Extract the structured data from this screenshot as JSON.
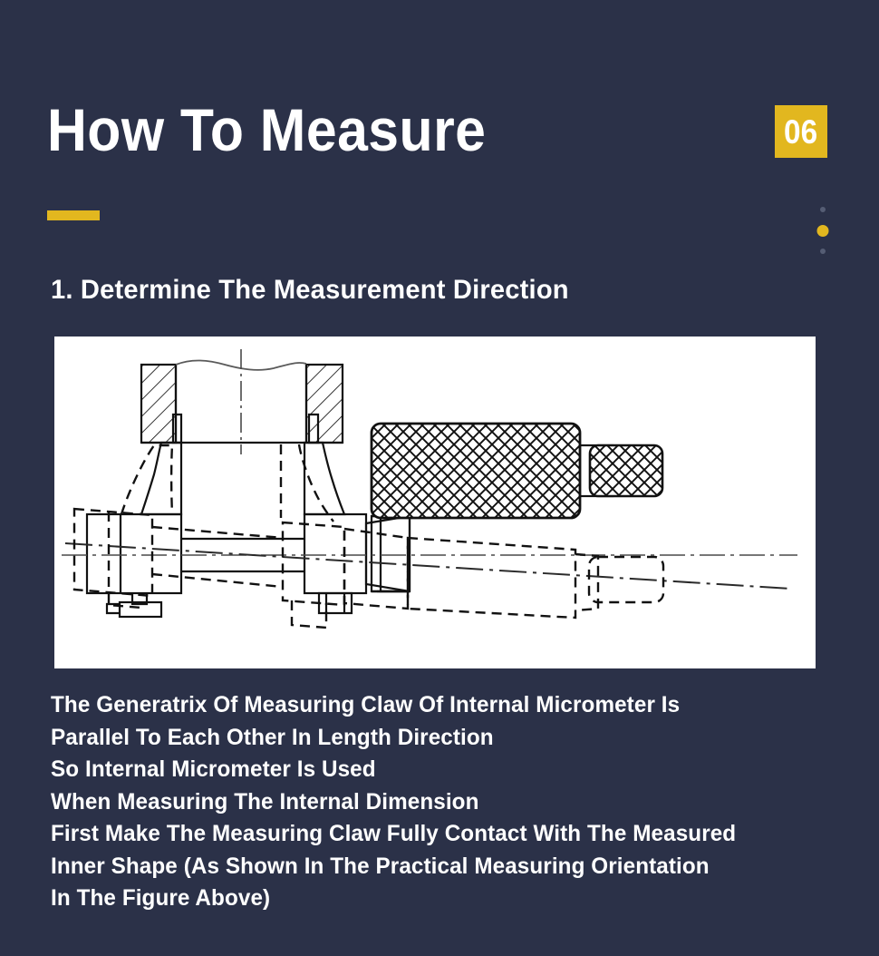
{
  "theme": {
    "background": "#2b3148",
    "accent": "#e2b71f",
    "text": "#ffffff",
    "muted_dot": "#555d74",
    "figure_background": "#ffffff",
    "figure_ink": "#111111"
  },
  "header": {
    "title": "How To Measure",
    "badge_number": "06",
    "accent_rule": "gold-underline",
    "dots": [
      "muted",
      "accent",
      "muted"
    ]
  },
  "section": {
    "heading": "1. Determine The Measurement Direction"
  },
  "figure": {
    "name": "internal-micrometer-measurement-direction-diagram",
    "alt": "Technical line drawing of an internal micrometer measuring the inner dimension of a hatched workpiece, with dashed phantom outline showing a tilted measuring orientation",
    "parts": [
      "hatched-workpiece-left",
      "hatched-workpiece-right",
      "break-line",
      "vertical-centerline",
      "measuring-claw-left",
      "measuring-claw-right",
      "micrometer-barrel",
      "knurled-thimble",
      "knurled-ratchet-cap",
      "horizontal-axis-centerline",
      "tilted-axis-centerline",
      "phantom-dashed-outline"
    ]
  },
  "caption": {
    "lines": [
      "The Generatrix Of Measuring Claw Of Internal Micrometer Is",
      "Parallel To Each Other In Length Direction",
      "So Internal Micrometer Is Used",
      "When Measuring The Internal Dimension",
      "First Make The Measuring Claw Fully Contact With The Measured",
      "Inner Shape (As Shown In The Practical Measuring Orientation",
      "In The Figure Above)"
    ]
  }
}
